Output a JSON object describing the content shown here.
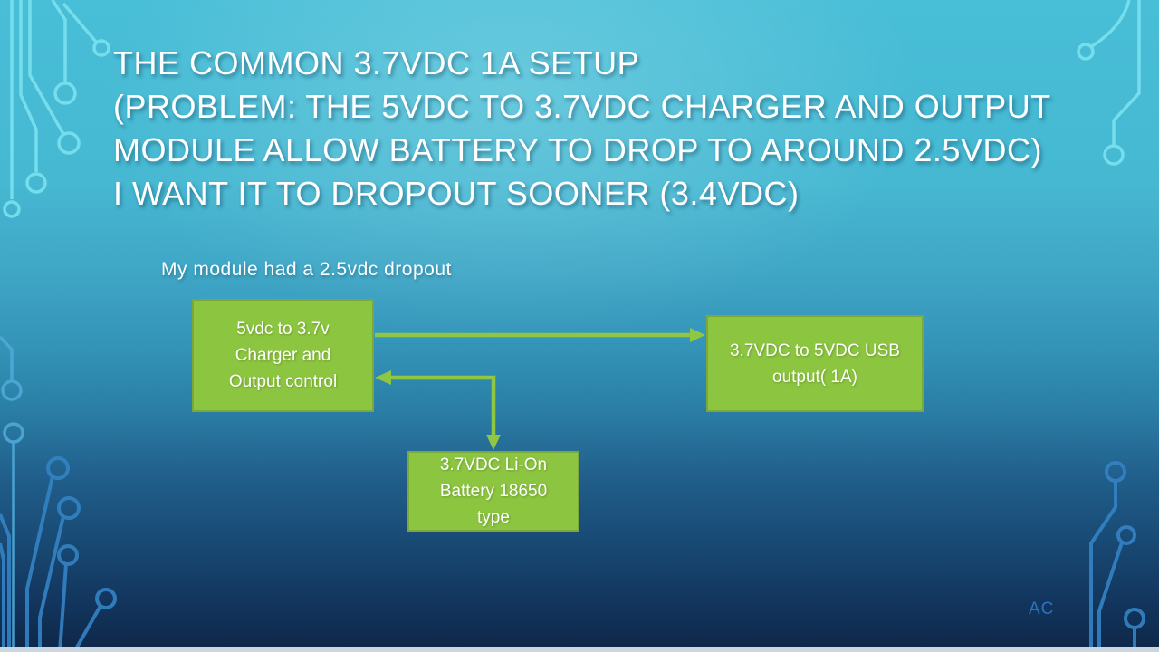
{
  "slide": {
    "title_lines": [
      "THE COMMON 3.7VDC 1A SETUP",
      "(PROBLEM: THE 5VDC TO 3.7VDC CHARGER AND OUTPUT",
      "MODULE ALLOW BATTERY TO DROP TO AROUND 2.5VDC)",
      "I WANT IT TO DROPOUT SOONER (3.4VDC)"
    ],
    "caption": "My module had a 2.5vdc dropout",
    "author_initials": "AC"
  },
  "diagram": {
    "boxes": [
      {
        "name": "charger",
        "lines": [
          "5vdc to 3.7v",
          "Charger and",
          "Output control"
        ]
      },
      {
        "name": "usb-output",
        "lines": [
          "3.7VDC to 5VDC USB",
          "output( 1A)"
        ]
      },
      {
        "name": "battery",
        "lines": [
          "3.7VDC Li-On",
          "Battery 18650",
          "type"
        ]
      }
    ],
    "connections": [
      {
        "from": "charger",
        "to": "usb-output",
        "style": "single-headed straight arrow pointing right"
      },
      {
        "from": "charger",
        "to": "battery",
        "style": "double-headed elbow arrow (left head into charger, down head into battery)"
      }
    ]
  },
  "colors": {
    "background_top": "#48BED7",
    "background_bottom": "#0E2748",
    "box_fill": "#8CC640",
    "box_border": "#7BA839",
    "arrow_green": "#8FC742",
    "title_text": "#FFFFFF",
    "box_text": "#FFFFFF",
    "author_text": "#2B73BE",
    "trace_cyan": "#7EE4F1",
    "trace_mid_blue": "#4FA9D6",
    "trace_blue": "#3483C5",
    "bottom_strip": "#CDD6DE"
  }
}
